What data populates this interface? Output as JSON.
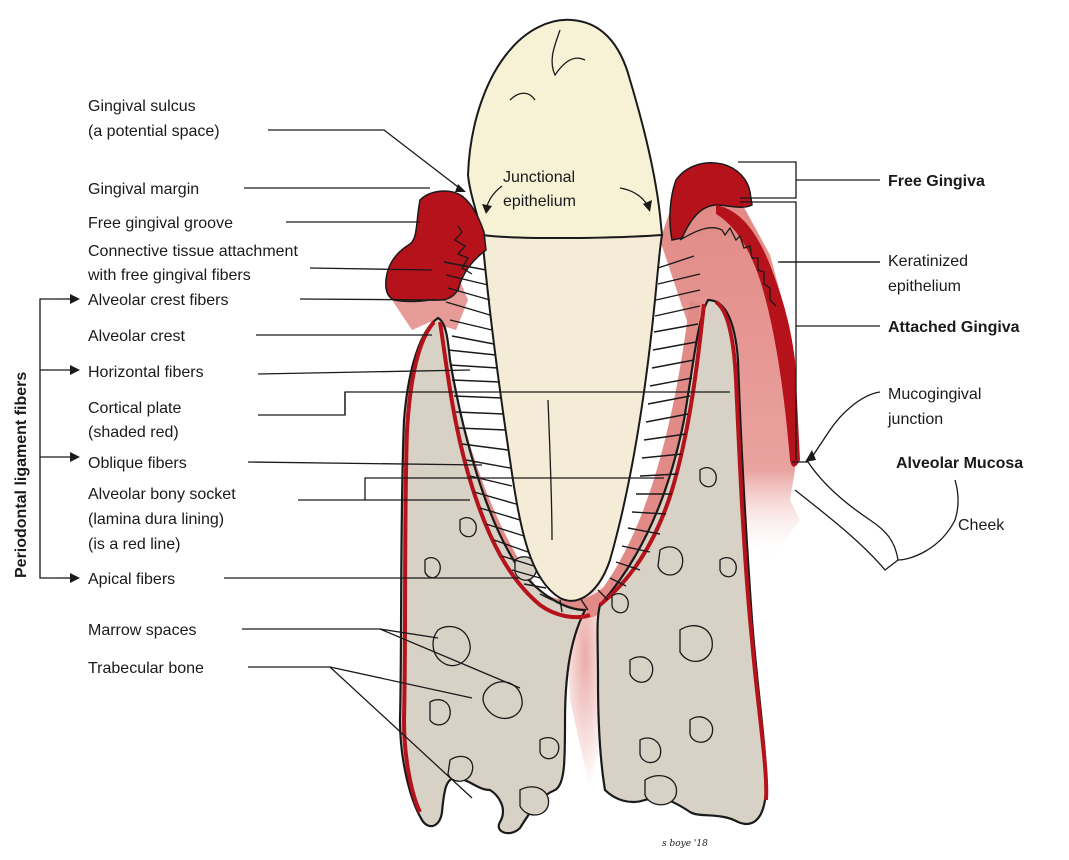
{
  "colors": {
    "gingiva_dark": "#b5121b",
    "gingiva_light": "#e28a86",
    "bone": "#d8d1c5",
    "enamel": "#f7f1d6",
    "root": "#f4ecd7"
  },
  "labels_left": {
    "sulcus_line1": "Gingival sulcus",
    "sulcus_line2": "(a potential space)",
    "gingival_margin": "Gingival margin",
    "free_groove": "Free gingival groove",
    "connective_line1": "Connective tissue attachment",
    "connective_line2": "with free gingival fibers",
    "alveolar_crest_fibers": "Alveolar crest fibers",
    "alveolar_crest": "Alveolar crest",
    "horizontal_fibers": "Horizontal fibers",
    "cortical_line1": "Cortical plate",
    "cortical_line2": "(shaded red)",
    "oblique_fibers": "Oblique fibers",
    "socket_line1": "Alveolar bony socket",
    "socket_line2": "(lamina dura lining)",
    "socket_line3": "(is a red line)",
    "apical_fibers": "Apical fibers",
    "marrow_spaces": "Marrow spaces",
    "trabecular_bone": "Trabecular bone",
    "pdl_fibers": "Periodontal ligament fibers"
  },
  "labels_center": {
    "junctional_line1": "Junctional",
    "junctional_line2": "epithelium"
  },
  "labels_right": {
    "free_gingiva": "Free Gingiva",
    "keratinized_line1": "Keratinized",
    "keratinized_line2": "epithelium",
    "attached_gingiva": "Attached Gingiva",
    "mucogingival_line1": "Mucogingival",
    "mucogingival_line2": "junction",
    "alveolar_mucosa": "Alveolar Mucosa",
    "cheek": "Cheek"
  },
  "signature": "s boye '18"
}
